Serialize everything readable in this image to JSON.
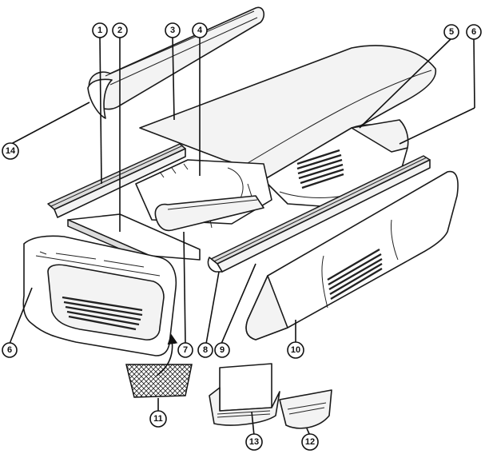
{
  "callouts": [
    {
      "id": "1",
      "label": "1"
    },
    {
      "id": "2",
      "label": "2"
    },
    {
      "id": "3",
      "label": "3"
    },
    {
      "id": "4",
      "label": "4"
    },
    {
      "id": "5",
      "label": "5"
    },
    {
      "id": "6a",
      "label": "6"
    },
    {
      "id": "6b",
      "label": "6"
    },
    {
      "id": "7",
      "label": "7"
    },
    {
      "id": "8",
      "label": "8"
    },
    {
      "id": "9",
      "label": "9"
    },
    {
      "id": "10",
      "label": "10"
    },
    {
      "id": "11",
      "label": "11"
    },
    {
      "id": "12",
      "label": "12"
    },
    {
      "id": "13",
      "label": "13"
    },
    {
      "id": "14",
      "label": "14"
    }
  ]
}
